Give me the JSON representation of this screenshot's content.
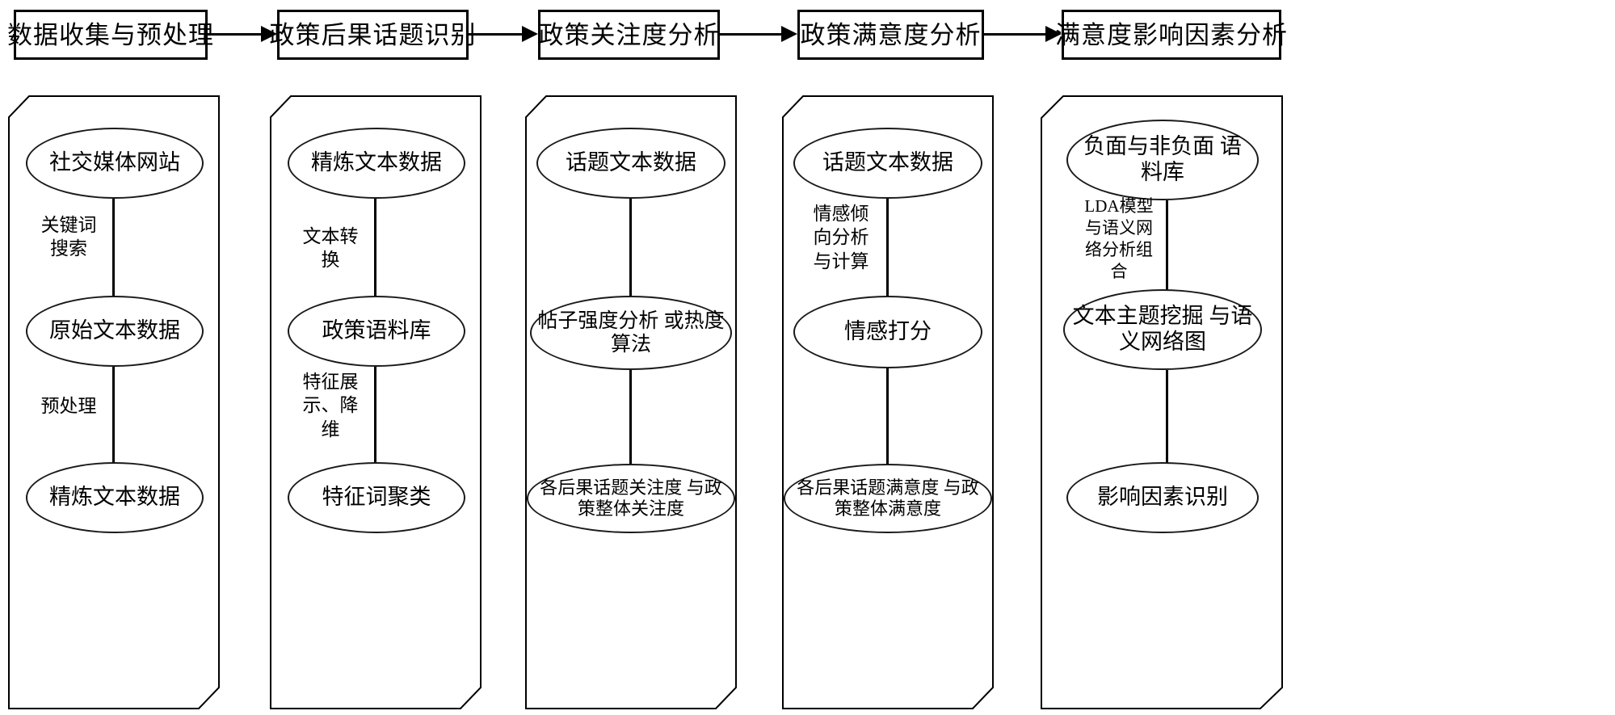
{
  "stages": [
    {
      "label": "数据收集与预处理"
    },
    {
      "label": "政策后果话题识别"
    },
    {
      "label": "政策关注度分析"
    },
    {
      "label": "政策满意度分析"
    },
    {
      "label": "满意度影响因素分析"
    }
  ],
  "columns": [
    {
      "nodes": [
        {
          "label": "社交媒体网站"
        },
        {
          "label": "原始文本数据"
        },
        {
          "label": "精炼文本数据"
        }
      ],
      "edges": [
        {
          "label": "关键词\n搜索",
          "arrow": true
        },
        {
          "label": "预处理",
          "arrow": true
        }
      ]
    },
    {
      "nodes": [
        {
          "label": "精炼文本数据"
        },
        {
          "label": "政策语料库"
        },
        {
          "label": "特征词聚类"
        }
      ],
      "edges": [
        {
          "label": "文本转\n换",
          "arrow": false
        },
        {
          "label": "特征展\n示、降\n维",
          "arrow": false
        }
      ]
    },
    {
      "nodes": [
        {
          "label": "话题文本数据"
        },
        {
          "label": "帖子强度分析\n或热度算法"
        },
        {
          "label": "各后果话题关注度\n与政策整体关注度"
        }
      ],
      "edges": [
        {
          "label": "",
          "arrow": false
        },
        {
          "label": "",
          "arrow": false
        }
      ]
    },
    {
      "nodes": [
        {
          "label": "话题文本数据"
        },
        {
          "label": "情感打分"
        },
        {
          "label": "各后果话题满意度\n与政策整体满意度"
        }
      ],
      "edges": [
        {
          "label": "情感倾\n向分析\n与计算",
          "arrow": false
        },
        {
          "label": "",
          "arrow": false
        }
      ]
    },
    {
      "nodes": [
        {
          "label": "负面与非负面\n语料库"
        },
        {
          "label": "文本主题挖掘\n与语义网络图"
        },
        {
          "label": "影响因素识别"
        }
      ],
      "edges": [
        {
          "label": "LDA模型\n与语义网\n络分析组\n合",
          "arrow": false
        },
        {
          "label": "",
          "arrow": false
        }
      ]
    }
  ],
  "colors": {
    "stroke": "#000000",
    "background": "#ffffff"
  }
}
